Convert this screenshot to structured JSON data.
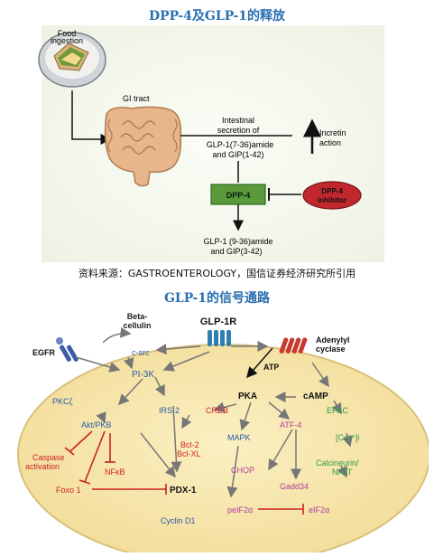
{
  "titles": {
    "release": "DPP-4及GLP-1的释放",
    "signaling": "GLP-1的信号通路"
  },
  "source_note": "资料来源：GASTROENTEROLOGY，国信证券经济研究所引用",
  "release_diagram": {
    "food": [
      "Food",
      "ingestion"
    ],
    "gi_tract": "GI tract",
    "secretion": [
      "Intestinal",
      "secretion of",
      "GLP-1(7-36)amide",
      "and GIP(1-42)"
    ],
    "incretin": [
      "Incretin",
      "action"
    ],
    "dpp4": "DPP-4",
    "inhibitor": [
      "DPP-4",
      "inhibitor"
    ],
    "products": [
      "GLP-1 (9-36)amide",
      "and GIP(3-42)"
    ]
  },
  "signaling_diagram": {
    "beta_cellulin": [
      "Beta-",
      "cellulin"
    ],
    "glp1r": "GLP-1R",
    "egfr": "EGFR",
    "c_src": "c-src",
    "adenylyl": [
      "Adenylyl",
      "cyclase"
    ],
    "atp": "ATP",
    "pi3k": "PI-3K",
    "pka": "PKA",
    "camp": "cAMP",
    "pkc": "PKCζ",
    "irs2": "IRS-2",
    "creb": "CREB",
    "epac": "EPAC",
    "akt": "Akt/PKB",
    "mapk": "MAPK",
    "atf4": "ATF-4",
    "ca": "[Ca²⁺]i",
    "bcl": [
      "Bcl-2",
      "Bcl-XL"
    ],
    "caspase": [
      "Caspase",
      "activation"
    ],
    "nfkb": "NFκB",
    "chop": "CHOP",
    "calcineurin": [
      "Calcineurin/",
      "NFAT"
    ],
    "gadd34": "Gadd34",
    "foxo1": "Foxo 1",
    "pdx1": "PDX-1",
    "peif2a": "peIF2α",
    "eif2a": "eIF2α",
    "cyclin": "Cyclin D1"
  }
}
